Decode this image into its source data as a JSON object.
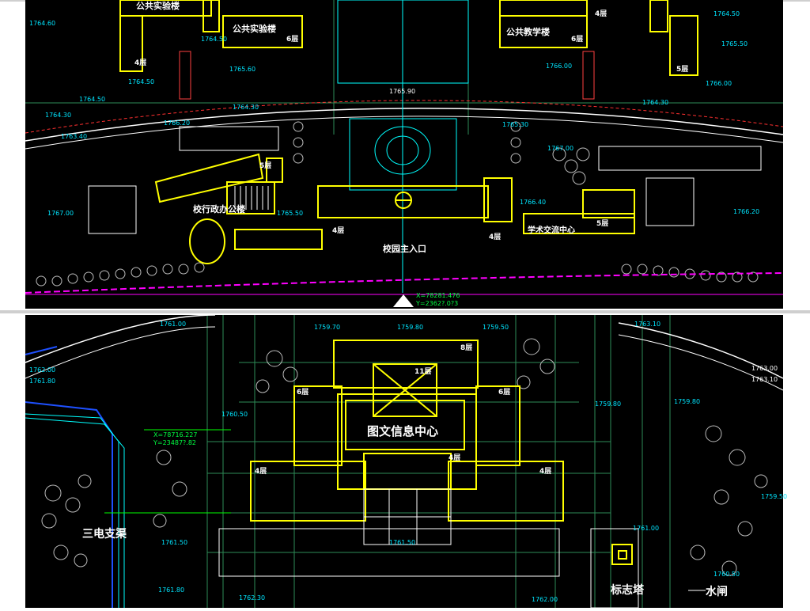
{
  "top_plan": {
    "labels": {
      "lab1": "公共实验楼",
      "lab2": "公共实验楼",
      "teach": "公共教学楼",
      "admin": "校行政办公楼",
      "exchange": "学术交流中心",
      "entrance": "校园主入口"
    },
    "floors": [
      "4层",
      "6层",
      "5层",
      "4层",
      "5层",
      "4层",
      "6层",
      "5层",
      "4层"
    ],
    "elevations": [
      "1764.60",
      "1764.50",
      "1765.60",
      "1764.50",
      "1764.50",
      "1764.30",
      "1763.40",
      "1764.30",
      "1766.20",
      "1767.00",
      "1765.50",
      "1766.00",
      "1766.00",
      "1767.00",
      "1766.20",
      "1765.30",
      "1764.30",
      "1765.50",
      "1766.40",
      "1764.50"
    ],
    "axis_elev": "1765.90",
    "coord_x": "X=78281.476",
    "coord_y": "Y=2362?.0?3"
  },
  "bottom_plan": {
    "labels": {
      "library": "图文信息中心",
      "canal": "三电支渠",
      "tower": "标志塔",
      "gate": "水闸"
    },
    "floors": {
      "top": "8层",
      "center": "11层",
      "left6": "6层",
      "right6": "6层",
      "left4": "4层",
      "right4": "4层",
      "c4": "4层"
    },
    "elevations": [
      "1761.00",
      "1759.70",
      "1759.80",
      "1759.50",
      "1763.10",
      "1762.00",
      "1761.80",
      "1760.50",
      "1759.80",
      "1759.80",
      "1761.00",
      "1759.50",
      "1761.50",
      "1761.50",
      "1761.80",
      "1760.50",
      "1762.00",
      "1762.30",
      "1763.00",
      "1763.10"
    ],
    "coord_x": "X=78716.227",
    "coord_y": "Y=23487?.82"
  }
}
